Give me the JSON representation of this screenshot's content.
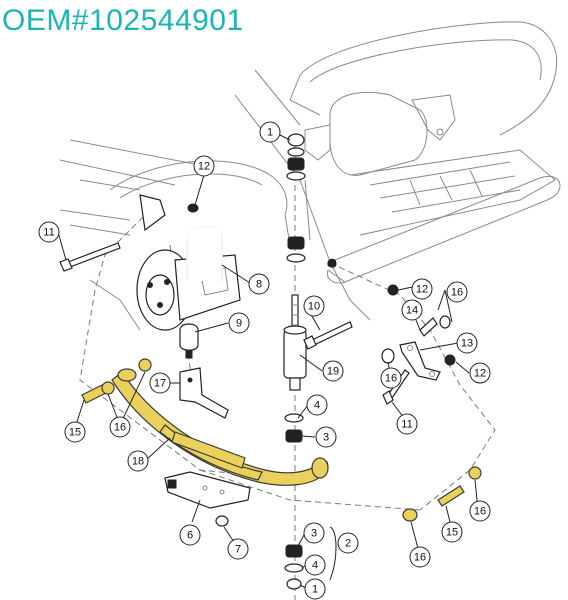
{
  "title": "OEM#102544901",
  "colors": {
    "title": "#1bb5b8",
    "highlight": "#e9d15c",
    "outline": "#222222",
    "cart_lines": "#8a8a8a"
  },
  "callouts": [
    {
      "id": "c1a",
      "label": "1"
    },
    {
      "id": "c12a",
      "label": "12"
    },
    {
      "id": "c11a",
      "label": "11"
    },
    {
      "id": "c8",
      "label": "8"
    },
    {
      "id": "c9",
      "label": "9"
    },
    {
      "id": "c10",
      "label": "10"
    },
    {
      "id": "c19",
      "label": "19"
    },
    {
      "id": "c17",
      "label": "17"
    },
    {
      "id": "c4a",
      "label": "4"
    },
    {
      "id": "c3a",
      "label": "3"
    },
    {
      "id": "c15a",
      "label": "15"
    },
    {
      "id": "c16a",
      "label": "16"
    },
    {
      "id": "c18",
      "label": "18"
    },
    {
      "id": "c6",
      "label": "6"
    },
    {
      "id": "c7",
      "label": "7"
    },
    {
      "id": "c3b",
      "label": "3"
    },
    {
      "id": "c4b",
      "label": "4"
    },
    {
      "id": "c2",
      "label": "2"
    },
    {
      "id": "c1b",
      "label": "1"
    },
    {
      "id": "c12b",
      "label": "12"
    },
    {
      "id": "c16b",
      "label": "16"
    },
    {
      "id": "c14",
      "label": "14"
    },
    {
      "id": "c13",
      "label": "13"
    },
    {
      "id": "c12c",
      "label": "12"
    },
    {
      "id": "c16c",
      "label": "16"
    },
    {
      "id": "c11b",
      "label": "11"
    },
    {
      "id": "c15b",
      "label": "15"
    },
    {
      "id": "c16d",
      "label": "16"
    },
    {
      "id": "c16e",
      "label": "16"
    }
  ]
}
